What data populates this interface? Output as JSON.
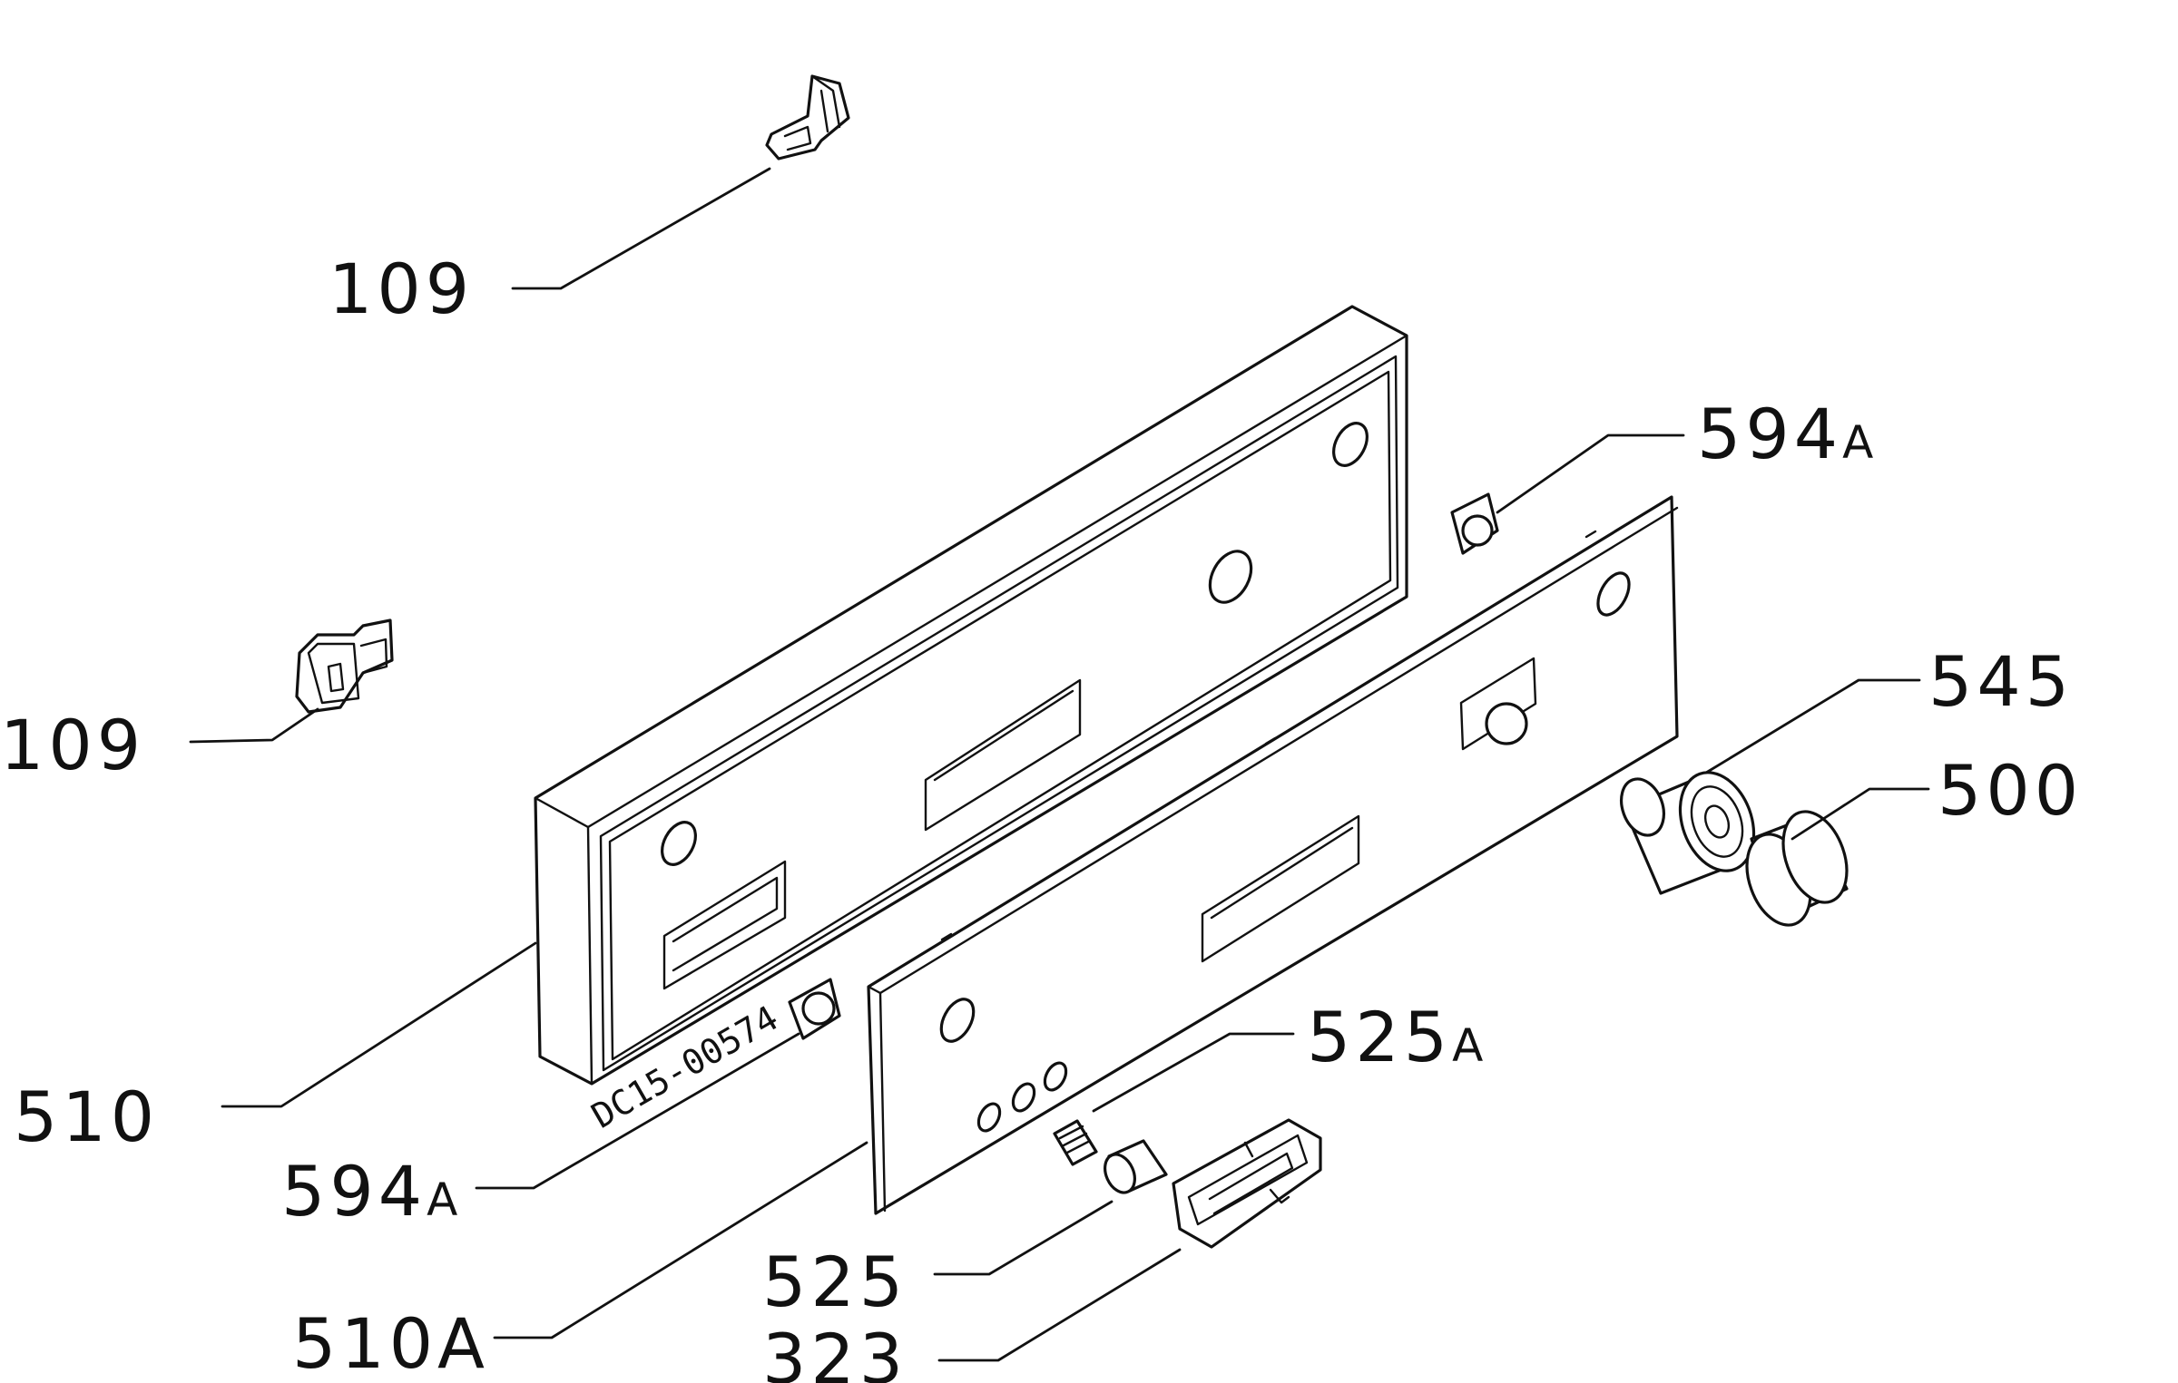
{
  "labels": {
    "clip_top": "109",
    "clip_left": "109",
    "panel": "510",
    "panel_insert": "510A",
    "retainer_upper": "594",
    "retainer_upper_suffix": "A",
    "retainer_lower": "594",
    "retainer_lower_suffix": "A",
    "knob": "545",
    "cap": "500",
    "lamp_holder": "525",
    "lamp_holder_suffix": "A",
    "lamp": "525",
    "switch": "323"
  },
  "stamp": "DC15-00574"
}
